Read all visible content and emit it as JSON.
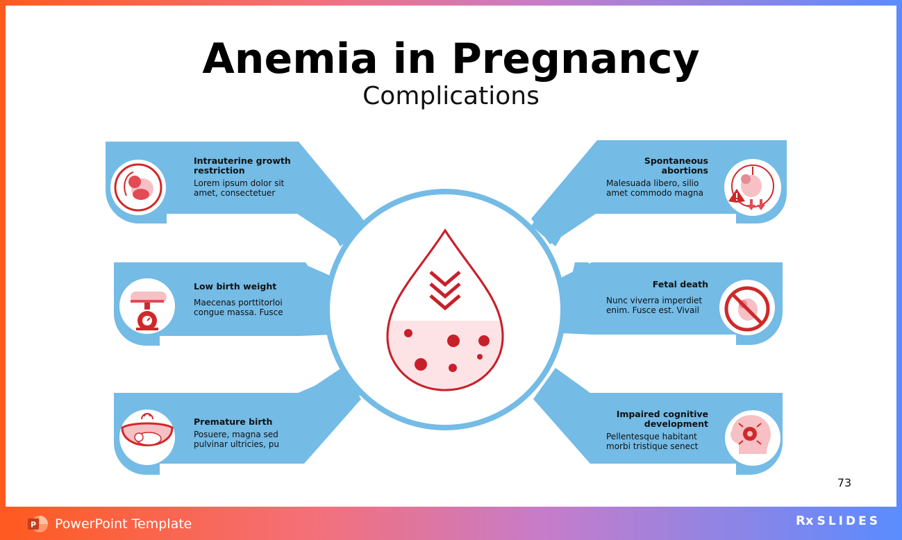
{
  "slide": {
    "title": "Anemia in Pregnancy",
    "subtitle": "Complications",
    "page_number": "73"
  },
  "items": [
    {
      "title_line1": "Intrauterine growth",
      "title_line2": "restriction",
      "desc_line1": "Lorem ipsum dolor sit",
      "desc_line2": "amet, consectetuer",
      "icon": "fetus-in-womb-icon"
    },
    {
      "title_line1": "Low birth weight",
      "title_line2": "",
      "desc_line1": "Maecenas porttitorloi",
      "desc_line2": "congue massa. Fusce",
      "icon": "baby-scale-icon"
    },
    {
      "title_line1": "Premature birth",
      "title_line2": "",
      "desc_line1": "Posuere, magna sed",
      "desc_line2": "pulvinar ultricies, pu",
      "icon": "baby-in-incubator-icon"
    },
    {
      "title_line1": "Spontaneous",
      "title_line2": "abortions",
      "desc_line1": "Malesuada libero, silio",
      "desc_line2": "amet commodo magna",
      "icon": "fetus-warning-icon"
    },
    {
      "title_line1": "Fetal death",
      "title_line2": "",
      "desc_line1": "Nunc viverra imperdiet",
      "desc_line2": "enim. Fusce est. Vivail",
      "icon": "fetus-prohibited-icon"
    },
    {
      "title_line1": "Impaired cognitive",
      "title_line2": "development",
      "desc_line1": "Pellentesque habitant",
      "desc_line2": "morbi tristique senect",
      "icon": "head-gear-icon"
    }
  ],
  "center_icon": "blood-drop-low-icon",
  "footer": {
    "label": "PowerPoint Template",
    "brand": "SLIDES",
    "brand_prefix": "Rx"
  },
  "colors": {
    "blue": "#74bbe6",
    "red": "#d0282a",
    "pink": "#f6c0c4"
  }
}
